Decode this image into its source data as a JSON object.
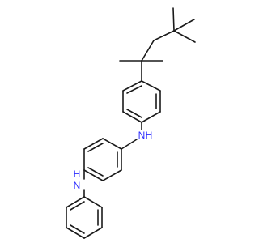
{
  "molecule": {
    "atoms": [
      {
        "id": "nh_upper",
        "label": "N",
        "h": "H"
      },
      {
        "id": "nh_lower",
        "label": "N",
        "h": "H"
      }
    ],
    "colors": {
      "bond": "#1a1a1a",
      "nitrogen": "#2c2cff",
      "background": "#ffffff"
    }
  }
}
